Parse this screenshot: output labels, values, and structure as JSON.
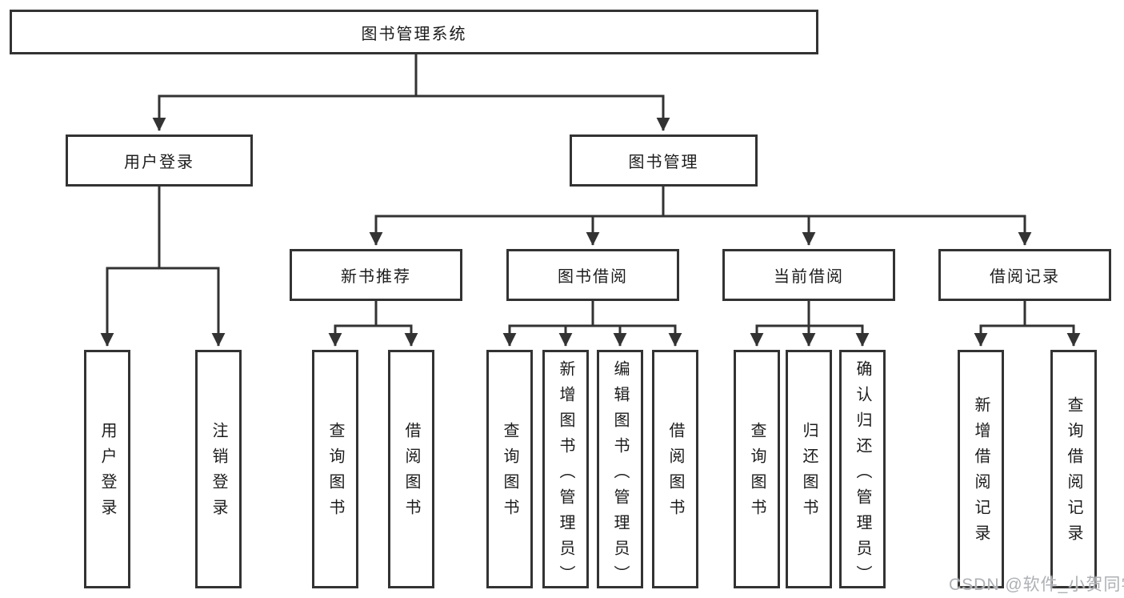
{
  "tree": {
    "label": "图书管理系统",
    "children": [
      {
        "label": "用户登录",
        "children": [
          {
            "label": "用户登录"
          },
          {
            "label": "注销登录"
          }
        ]
      },
      {
        "label": "图书管理",
        "children": [
          {
            "label": "新书推荐",
            "children": [
              {
                "label": "查询图书"
              },
              {
                "label": "借阅图书"
              }
            ]
          },
          {
            "label": "图书借阅",
            "children": [
              {
                "label": "查询图书"
              },
              {
                "label": "新增图书（管理员）"
              },
              {
                "label": "编辑图书（管理员）"
              },
              {
                "label": "借阅图书"
              }
            ]
          },
          {
            "label": "当前借阅",
            "children": [
              {
                "label": "查询图书"
              },
              {
                "label": "归还图书"
              },
              {
                "label": "确认归还（管理员）"
              }
            ]
          },
          {
            "label": "借阅记录",
            "children": [
              {
                "label": "新增借阅记录"
              },
              {
                "label": "查询借阅记录"
              }
            ]
          }
        ]
      }
    ]
  },
  "watermark": {
    "text": "CSDN @软件_小贺同学"
  },
  "colors": {
    "line": "#333333",
    "box_border": "#333333",
    "text": "#1c1c1c",
    "watermark": "#adb0b4",
    "background": "#ffffff"
  }
}
